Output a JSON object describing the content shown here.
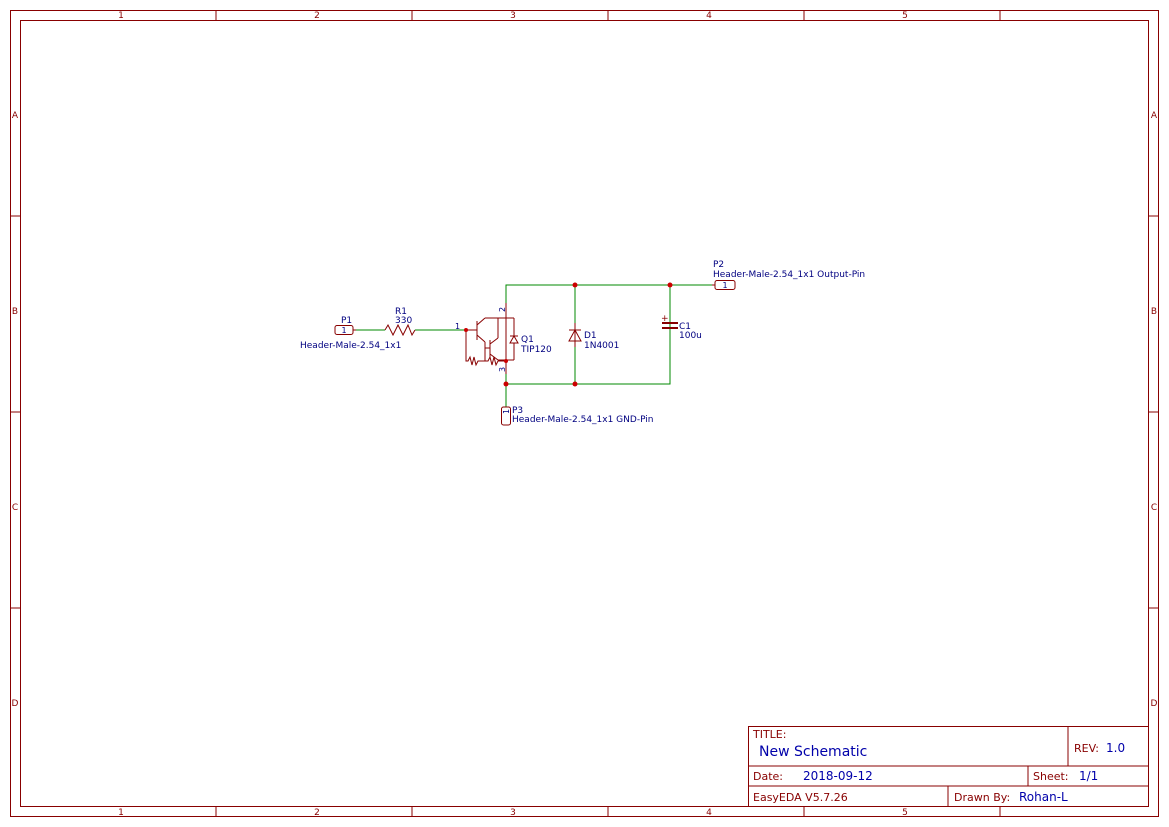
{
  "frame": {
    "columns": [
      "1",
      "2",
      "3",
      "4",
      "5"
    ],
    "rows": [
      "A",
      "B",
      "C",
      "D"
    ]
  },
  "components": {
    "p1": {
      "ref": "P1",
      "value": "Header-Male-2.54_1x1",
      "pin": "1"
    },
    "r1": {
      "ref": "R1",
      "value": "330"
    },
    "q1": {
      "ref": "Q1",
      "value": "TIP120",
      "pin_base": "1",
      "pin_collector": "2",
      "pin_emitter": "3"
    },
    "d1": {
      "ref": "D1",
      "value": "1N4001"
    },
    "c1": {
      "ref": "C1",
      "value": "100u",
      "polarity": "+"
    },
    "p2": {
      "ref": "P2",
      "value": "Header-Male-2.54_1x1 Output-Pin",
      "pin": "1"
    },
    "p3": {
      "ref": "P3",
      "value": "Header-Male-2.54_1x1 GND-Pin",
      "pin": "1"
    }
  },
  "title_block": {
    "title_label": "TITLE:",
    "title_value": "New Schematic",
    "rev_label": "REV:",
    "rev_value": "1.0",
    "date_label": "Date:",
    "date_value": "2018-09-12",
    "sheet_label": "Sheet:",
    "sheet_value": "1/1",
    "tool_label": "EasyEDA V5.7.26",
    "drawn_label": "Drawn By:",
    "drawn_value": "Rohan-L"
  },
  "colors": {
    "frame": "#880000",
    "wire": "#008800",
    "junction": "#cc0000",
    "text": "#000080"
  }
}
